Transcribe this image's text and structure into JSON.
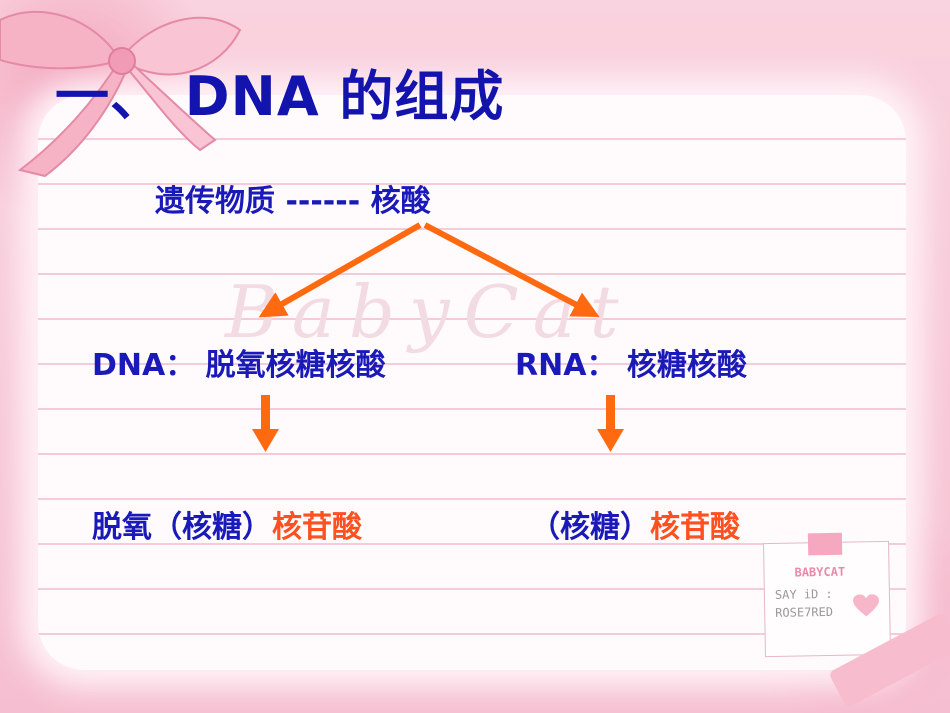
{
  "title": "一、 DNA 的组成",
  "genetic_material_line": "遗传物质 ------ 核酸",
  "dna_branch": {
    "label": "DNA： 脱氧核糖核酸",
    "unit_prefix": "脱氧（核糖）",
    "unit_suffix": "核苷酸"
  },
  "rna_branch": {
    "label": "RNA： 核糖核酸",
    "unit_prefix": "（核糖）",
    "unit_suffix": "核苷酸"
  },
  "decoration": {
    "watermark": "BabyCat",
    "card_brand": "BABYCAT",
    "card_line1": "SAY iD :",
    "card_line2": "ROSE7RED"
  },
  "colors": {
    "title": "#1313ad",
    "text": "#1a1ab8",
    "highlight": "#ff5020",
    "arrow": "#ff6a10"
  },
  "icons": [
    "bow-icon",
    "heart-icon",
    "arrow-down-icon"
  ]
}
